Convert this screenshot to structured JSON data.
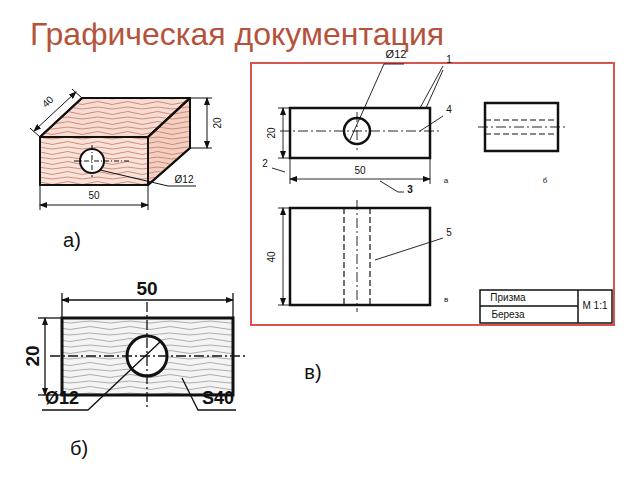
{
  "diagram": {
    "title": "Графическая документация",
    "labels": [
      "40",
      "20",
      "50",
      "Ø12",
      "а)",
      "50",
      "20",
      "Ø12",
      "S40",
      "б)",
      "Ø12",
      "1",
      "4",
      "20",
      "2",
      "50",
      "3",
      "а",
      "б",
      "5",
      "40",
      "в",
      "Призма",
      "Береза",
      "М 1:1",
      "в)"
    ]
  }
}
